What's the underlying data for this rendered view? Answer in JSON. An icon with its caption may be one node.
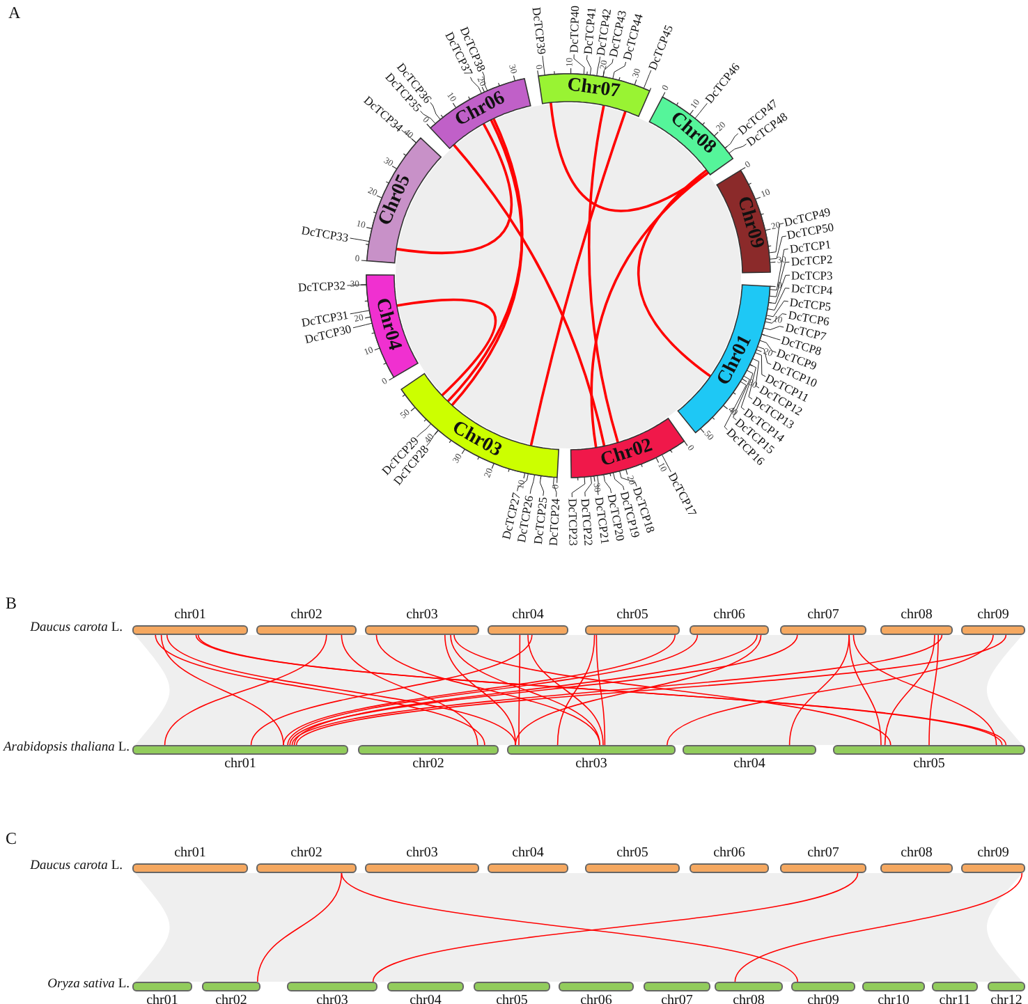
{
  "diagram": {
    "nodes": [
      {
        "text": [
          "Chr01"
        ]
      },
      {
        "text": [
          "Chr02"
        ]
      },
      {
        "text": [
          "Chr03"
        ]
      },
      {
        "text": [
          "Chr04"
        ]
      },
      {
        "text": [
          "Chr05"
        ]
      },
      {
        "text": [
          "Chr06"
        ]
      },
      {
        "text": [
          "Chr07"
        ]
      },
      {
        "text": [
          "Chr08"
        ]
      },
      {
        "text": [
          "Chr09"
        ]
      },
      {
        "text": [
          "DcTCP1"
        ]
      },
      {
        "text": [
          "DcTCP2"
        ]
      },
      {
        "text": [
          "DcTCP3"
        ]
      },
      {
        "text": [
          "DcTCP4"
        ]
      },
      {
        "text": [
          "DcTCP5"
        ]
      },
      {
        "text": [
          "DcTCP6"
        ]
      },
      {
        "text": [
          "DcTCP7"
        ]
      },
      {
        "text": [
          "DcTCP8"
        ]
      },
      {
        "text": [
          "DcTCP9"
        ]
      },
      {
        "text": [
          "DcTCP10"
        ]
      },
      {
        "text": [
          "DcTCP11"
        ]
      },
      {
        "text": [
          "DcTCP12"
        ]
      },
      {
        "text": [
          "DcTCP13"
        ]
      },
      {
        "text": [
          "DcTCP14"
        ]
      },
      {
        "text": [
          "DcTCP15"
        ]
      },
      {
        "text": [
          "DcTCP16"
        ]
      },
      {
        "text": [
          "DcTCP17"
        ]
      },
      {
        "text": [
          "DcTCP18"
        ]
      },
      {
        "text": [
          "DcTCP19"
        ]
      },
      {
        "text": [
          "DcTCP20"
        ]
      },
      {
        "text": [
          "DcTCP21"
        ]
      },
      {
        "text": [
          "DcTCP22"
        ]
      },
      {
        "text": [
          "DcTCP23"
        ]
      },
      {
        "text": [
          "DcTCP24"
        ]
      },
      {
        "text": [
          "DcTCP25"
        ]
      },
      {
        "text": [
          "DcTCP26"
        ]
      },
      {
        "text": [
          "DcTCP27"
        ]
      },
      {
        "text": [
          "DcTCP28"
        ]
      },
      {
        "text": [
          "DcTCP29"
        ]
      },
      {
        "text": [
          "DcTCP30"
        ]
      },
      {
        "text": [
          "DcTCP31"
        ]
      },
      {
        "text": [
          "DcTCP32"
        ]
      },
      {
        "text": [
          "DcTCP33"
        ]
      },
      {
        "text": [
          "DcTCP34"
        ]
      },
      {
        "text": [
          "DcTCP35"
        ]
      },
      {
        "text": [
          "DcTCP36"
        ]
      },
      {
        "text": [
          "DcTCP37"
        ]
      },
      {
        "text": [
          "DcTCP38"
        ]
      },
      {
        "text": [
          "DcTCP39"
        ]
      },
      {
        "text": [
          "DcTCP40"
        ]
      },
      {
        "text": [
          "DcTCP41"
        ]
      },
      {
        "text": [
          "DcTCP42"
        ]
      },
      {
        "text": [
          "DcTCP43"
        ]
      },
      {
        "text": [
          "DcTCP44"
        ]
      },
      {
        "text": [
          "DcTCP45"
        ]
      },
      {
        "text": [
          "DcTCP46"
        ]
      },
      {
        "text": [
          "DcTCP47"
        ]
      },
      {
        "text": [
          "DcTCP48"
        ]
      },
      {
        "text": [
          "DcTCP49"
        ]
      },
      {
        "text": [
          "DcTCP50"
        ]
      },
      {
        "text": [
          "chr01"
        ]
      },
      {
        "text": [
          "chr02"
        ]
      },
      {
        "text": [
          "chr03"
        ]
      },
      {
        "text": [
          "chr04"
        ]
      },
      {
        "text": [
          "chr05"
        ]
      },
      {
        "text": [
          "chr06"
        ]
      },
      {
        "text": [
          "chr07"
        ]
      },
      {
        "text": [
          "chr08"
        ]
      },
      {
        "text": [
          "chr09"
        ]
      },
      {
        "text": [
          "chr01"
        ]
      },
      {
        "text": [
          "chr02"
        ]
      },
      {
        "text": [
          "chr03"
        ]
      },
      {
        "text": [
          "chr04"
        ]
      },
      {
        "text": [
          "chr05"
        ]
      },
      {
        "text": [
          "chr01"
        ]
      },
      {
        "text": [
          "chr02"
        ]
      },
      {
        "text": [
          "chr03"
        ]
      },
      {
        "text": [
          "chr04"
        ]
      },
      {
        "text": [
          "chr05"
        ]
      },
      {
        "text": [
          "chr06"
        ]
      },
      {
        "text": [
          "chr07"
        ]
      },
      {
        "text": [
          "chr08"
        ]
      },
      {
        "text": [
          "chr09"
        ]
      },
      {
        "text": [
          "chr01"
        ]
      },
      {
        "text": [
          "chr02"
        ]
      },
      {
        "text": [
          "chr03"
        ]
      },
      {
        "text": [
          "chr04"
        ]
      },
      {
        "text": [
          "chr05"
        ]
      },
      {
        "text": [
          "chr06"
        ]
      },
      {
        "text": [
          "chr07"
        ]
      },
      {
        "text": [
          "chr08"
        ]
      },
      {
        "text": [
          "chr09"
        ]
      },
      {
        "text": [
          "chr10"
        ]
      },
      {
        "text": [
          "chr11"
        ]
      },
      {
        "text": [
          "chr12"
        ]
      }
    ],
    "edges": [
      {
        "from": 4,
        "to": 5,
        "arrow": "none",
        "color": "#ff0000"
      },
      {
        "from": 5,
        "to": 2,
        "arrow": "none",
        "color": "#ff0000"
      },
      {
        "from": 5,
        "to": 2,
        "arrow": "none",
        "color": "#ff0000"
      },
      {
        "from": 5,
        "to": 1,
        "arrow": "none",
        "color": "#ff0000"
      },
      {
        "from": 6,
        "to": 7,
        "arrow": "none",
        "color": "#ff0000"
      },
      {
        "from": 6,
        "to": 2,
        "arrow": "none",
        "color": "#ff0000"
      },
      {
        "from": 6,
        "to": 1,
        "arrow": "none",
        "color": "#ff0000"
      },
      {
        "from": 7,
        "to": 0,
        "arrow": "none",
        "color": "#ff0000"
      },
      {
        "from": 3,
        "to": 2,
        "arrow": "none",
        "color": "#ff0000"
      },
      {
        "from": 7,
        "to": 1,
        "arrow": "none",
        "color": "#ff0000"
      },
      {
        "from": 9,
        "to": 0,
        "arrow": "none"
      },
      {
        "from": 10,
        "to": 0,
        "arrow": "none"
      },
      {
        "from": 11,
        "to": 0,
        "arrow": "none"
      },
      {
        "from": 12,
        "to": 0,
        "arrow": "none"
      },
      {
        "from": 13,
        "to": 0,
        "arrow": "none"
      },
      {
        "from": 14,
        "to": 0,
        "arrow": "none"
      },
      {
        "from": 15,
        "to": 0,
        "arrow": "none"
      },
      {
        "from": 16,
        "to": 0,
        "arrow": "none"
      },
      {
        "from": 17,
        "to": 0,
        "arrow": "none"
      },
      {
        "from": 18,
        "to": 0,
        "arrow": "none"
      },
      {
        "from": 19,
        "to": 0,
        "arrow": "none"
      },
      {
        "from": 20,
        "to": 0,
        "arrow": "none"
      },
      {
        "from": 21,
        "to": 0,
        "arrow": "none"
      },
      {
        "from": 22,
        "to": 0,
        "arrow": "none"
      },
      {
        "from": 23,
        "to": 0,
        "arrow": "none"
      },
      {
        "from": 24,
        "to": 0,
        "arrow": "none"
      },
      {
        "from": 25,
        "to": 1,
        "arrow": "none"
      },
      {
        "from": 26,
        "to": 1,
        "arrow": "none"
      },
      {
        "from": 27,
        "to": 1,
        "arrow": "none"
      },
      {
        "from": 28,
        "to": 1,
        "arrow": "none"
      },
      {
        "from": 29,
        "to": 1,
        "arrow": "none"
      },
      {
        "from": 30,
        "to": 1,
        "arrow": "none"
      },
      {
        "from": 31,
        "to": 1,
        "arrow": "none"
      },
      {
        "from": 32,
        "to": 2,
        "arrow": "none"
      },
      {
        "from": 33,
        "to": 2,
        "arrow": "none"
      },
      {
        "from": 34,
        "to": 2,
        "arrow": "none"
      },
      {
        "from": 35,
        "to": 2,
        "arrow": "none"
      },
      {
        "from": 36,
        "to": 2,
        "arrow": "none"
      },
      {
        "from": 37,
        "to": 2,
        "arrow": "none"
      },
      {
        "from": 38,
        "to": 3,
        "arrow": "none"
      },
      {
        "from": 39,
        "to": 3,
        "arrow": "none"
      },
      {
        "from": 40,
        "to": 3,
        "arrow": "none"
      },
      {
        "from": 41,
        "to": 4,
        "arrow": "none"
      },
      {
        "from": 42,
        "to": 4,
        "arrow": "none"
      },
      {
        "from": 43,
        "to": 5,
        "arrow": "none"
      },
      {
        "from": 44,
        "to": 5,
        "arrow": "none"
      },
      {
        "from": 45,
        "to": 5,
        "arrow": "none"
      },
      {
        "from": 46,
        "to": 5,
        "arrow": "none"
      },
      {
        "from": 47,
        "to": 6,
        "arrow": "none"
      },
      {
        "from": 48,
        "to": 6,
        "arrow": "none"
      },
      {
        "from": 49,
        "to": 6,
        "arrow": "none"
      },
      {
        "from": 50,
        "to": 6,
        "arrow": "none"
      },
      {
        "from": 51,
        "to": 6,
        "arrow": "none"
      },
      {
        "from": 52,
        "to": 6,
        "arrow": "none"
      },
      {
        "from": 53,
        "to": 6,
        "arrow": "none"
      },
      {
        "from": 54,
        "to": 7,
        "arrow": "none"
      },
      {
        "from": 55,
        "to": 7,
        "arrow": "none"
      },
      {
        "from": 56,
        "to": 7,
        "arrow": "none"
      },
      {
        "from": 57,
        "to": 8,
        "arrow": "none"
      },
      {
        "from": 58,
        "to": 8,
        "arrow": "none"
      },
      {
        "from": 59,
        "to": 68,
        "arrow": "none",
        "color": "#ff0000"
      },
      {
        "from": 59,
        "to": 70,
        "arrow": "none",
        "color": "#ff0000"
      },
      {
        "from": 59,
        "to": 72,
        "arrow": "none",
        "color": "#ff0000"
      },
      {
        "from": 59,
        "to": 72,
        "arrow": "none",
        "color": "#ff0000"
      },
      {
        "from": 59,
        "to": 69,
        "arrow": "none",
        "color": "#ff0000"
      },
      {
        "from": 60,
        "to": 68,
        "arrow": "none",
        "color": "#ff0000"
      },
      {
        "from": 60,
        "to": 69,
        "arrow": "none",
        "color": "#ff0000"
      },
      {
        "from": 61,
        "to": 70,
        "arrow": "none",
        "color": "#ff0000"
      },
      {
        "from": 61,
        "to": 70,
        "arrow": "none",
        "color": "#ff0000"
      },
      {
        "from": 61,
        "to": 70,
        "arrow": "none",
        "color": "#ff0000"
      },
      {
        "from": 61,
        "to": 72,
        "arrow": "none",
        "color": "#ff0000"
      },
      {
        "from": 62,
        "to": 70,
        "arrow": "none",
        "color": "#ff0000"
      },
      {
        "from": 62,
        "to": 70,
        "arrow": "none",
        "color": "#ff0000"
      },
      {
        "from": 62,
        "to": 68,
        "arrow": "none",
        "color": "#ff0000"
      },
      {
        "from": 63,
        "to": 70,
        "arrow": "none",
        "color": "#ff0000"
      },
      {
        "from": 63,
        "to": 70,
        "arrow": "none",
        "color": "#ff0000"
      },
      {
        "from": 63,
        "to": 68,
        "arrow": "none",
        "color": "#ff0000"
      },
      {
        "from": 64,
        "to": 68,
        "arrow": "none",
        "color": "#ff0000"
      },
      {
        "from": 64,
        "to": 68,
        "arrow": "none",
        "color": "#ff0000"
      },
      {
        "from": 64,
        "to": 70,
        "arrow": "none",
        "color": "#ff0000"
      },
      {
        "from": 65,
        "to": 68,
        "arrow": "none",
        "color": "#ff0000"
      },
      {
        "from": 65,
        "to": 72,
        "arrow": "none",
        "color": "#ff0000"
      },
      {
        "from": 65,
        "to": 72,
        "arrow": "none",
        "color": "#ff0000"
      },
      {
        "from": 65,
        "to": 71,
        "arrow": "none",
        "color": "#ff0000"
      },
      {
        "from": 66,
        "to": 72,
        "arrow": "none",
        "color": "#ff0000"
      },
      {
        "from": 66,
        "to": 72,
        "arrow": "none",
        "color": "#ff0000"
      },
      {
        "from": 66,
        "to": 68,
        "arrow": "none",
        "color": "#ff0000"
      },
      {
        "from": 67,
        "to": 68,
        "arrow": "none",
        "color": "#ff0000"
      },
      {
        "from": 67,
        "to": 70,
        "arrow": "none",
        "color": "#ff0000"
      },
      {
        "from": 74,
        "to": 83,
        "arrow": "none",
        "color": "#ff0000"
      },
      {
        "from": 74,
        "to": 90,
        "arrow": "none",
        "color": "#ff0000"
      },
      {
        "from": 79,
        "to": 84,
        "arrow": "none",
        "color": "#ff0000"
      },
      {
        "from": 81,
        "to": 89,
        "arrow": "none",
        "color": "#ff0000"
      }
    ],
    "labels": [
      "A",
      "0",
      "10",
      "20",
      "30",
      "40",
      "50",
      "0",
      "10",
      "20",
      "30",
      "0",
      "10",
      "20",
      "30",
      "40",
      "50",
      "0",
      "10",
      "20",
      "30",
      "0",
      "10",
      "20",
      "30",
      "40",
      "0",
      "10",
      "20",
      "30",
      "0",
      "10",
      "20",
      "30",
      "0",
      "10",
      "20",
      "0",
      "10",
      "20",
      "30",
      "B",
      "*Daucus carota* L.",
      "*Arabidopsis thaliana* L.",
      "C",
      "*Daucus carota* L.",
      "*Oryza sativa* L."
    ]
  }
}
